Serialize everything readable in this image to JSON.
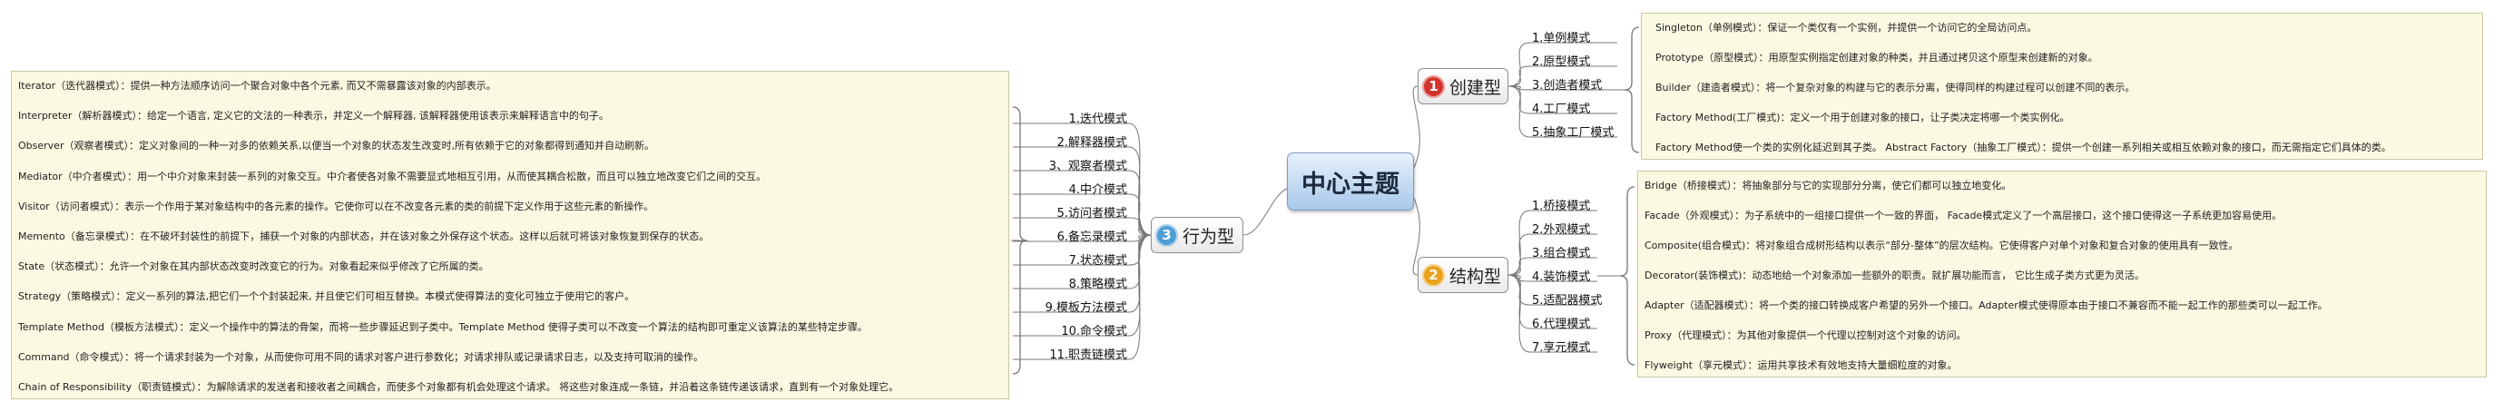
{
  "center_topic": "中心主题",
  "branches": {
    "creational": {
      "number": "1",
      "label": "创建型",
      "items": [
        "1.单例模式",
        "2.原型模式",
        "3.创造者模式",
        "4.工厂模式",
        "5.抽象工厂模式"
      ],
      "descriptions": [
        "Singleton（单例模式）：保证一个类仅有一个实例，并提供一个访问它的全局访问点。",
        "Prototype（原型模式）：用原型实例指定创建对象的种类，并且通过拷贝这个原型来创建新的对象。",
        "Builder（建造者模式）：将一个复杂对象的构建与它的表示分离，使得同样的构建过程可以创建不同的表示。",
        "Factory Method(工厂模式)：定义一个用于创建对象的接口，让子类决定将哪一个类实例化。",
        "Factory Method使一个类的实例化延迟到其子类。 Abstract Factory（抽象工厂模式）：提供一个创建一系列相关或相互依赖对象的接口，而无需指定它们具体的类。"
      ]
    },
    "structural": {
      "number": "2",
      "label": "结构型",
      "items": [
        "1.桥接模式",
        "2.外观模式",
        "3.组合模式",
        "4.装饰模式",
        "5.适配器模式",
        "6.代理模式",
        "7.享元模式"
      ],
      "descriptions": [
        "Bridge（桥接模式）：将抽象部分与它的实现部分分离，使它们都可以独立地变化。",
        "Facade（外观模式）：为子系统中的一组接口提供一个一致的界面， Facade模式定义了一个高层接口，这个接口使得这一子系统更加容易使用。",
        "Composite(组合模式)：将对象组合成树形结构以表示“部分-整体”的层次结构。它使得客户对单个对象和复合对象的使用具有一致性。",
        "Decorator(装饰模式)：动态地给一个对象添加一些额外的职责。就扩展功能而言， 它比生成子类方式更为灵活。",
        "Adapter（适配器模式）：将一个类的接口转换成客户希望的另外一个接口。Adapter模式使得原本由于接口不兼容而不能一起工作的那些类可以一起工作。",
        "Proxy（代理模式）：为其他对象提供一个代理以控制对这个对象的访问。",
        "Flyweight（享元模式）：运用共享技术有效地支持大量细粒度的对象。"
      ]
    },
    "behavioral": {
      "number": "3",
      "label": "行为型",
      "items": [
        "1.迭代模式",
        "2.解释器模式",
        "3、观察者模式",
        "4.中介模式",
        "5.访问者模式",
        "6.备忘录模式",
        "7.状态模式",
        "8.策略模式",
        "9.模板方法模式",
        "10.命令模式",
        "11.职责链模式"
      ],
      "descriptions": [
        "Iterator（迭代器模式）：提供一种方法顺序访问一个聚合对象中各个元素, 而又不需暴露该对象的内部表示。",
        "Interpreter（解析器模式）：给定一个语言, 定义它的文法的一种表示，并定义一个解释器, 该解释器使用该表示来解释语言中的句子。",
        "Observer（观察者模式）：定义对象间的一种一对多的依赖关系,以便当一个对象的状态发生改变时,所有依赖于它的对象都得到通知并自动刷新。",
        "Mediator（中介者模式）：用一个中介对象来封装一系列的对象交互。中介者使各对象不需要显式地相互引用，从而使其耦合松散，而且可以独立地改变它们之间的交互。",
        "Visitor（访问者模式）：表示一个作用于某对象结构中的各元素的操作。它使你可以在不改变各元素的类的前提下定义作用于这些元素的新操作。",
        "Memento（备忘录模式）：在不破坏封装性的前提下，捕获一个对象的内部状态，并在该对象之外保存这个状态。这样以后就可将该对象恢复到保存的状态。",
        "State（状态模式）：允许一个对象在其内部状态改变时改变它的行为。对象看起来似乎修改了它所属的类。",
        "Strategy（策略模式）：定义一系列的算法,把它们一个个封装起来, 并且使它们可相互替换。本模式使得算法的变化可独立于使用它的客户。",
        "Template Method（模板方法模式）：定义一个操作中的算法的骨架，而将一些步骤延迟到子类中。Template Method 使得子类可以不改变一个算法的结构即可重定义该算法的某些特定步骤。",
        "Command（命令模式）：将一个请求封装为一个对象，从而使你可用不同的请求对客户进行参数化；对请求排队或记录请求日志，以及支持可取消的操作。",
        "Chain of Responsibility（职责链模式）：为解除请求的发送者和接收者之间耦合，而使多个对象都有机会处理这个请求。 将这些对象连成一条链，并沿着这条链传递该请求，直到有一个对象处理它。"
      ]
    }
  }
}
